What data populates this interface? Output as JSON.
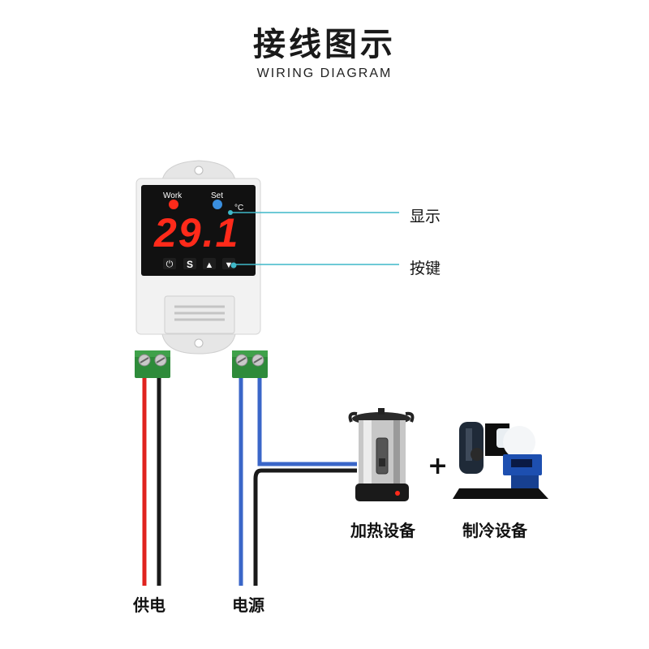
{
  "title": {
    "cn": "接线图示",
    "en": "WIRING DIAGRAM"
  },
  "controller": {
    "work_label": "Work",
    "set_label": "Set",
    "unit": "°C",
    "display_value": "29.1",
    "buttons": [
      "⏻",
      "S",
      "▲",
      "▼"
    ]
  },
  "callouts": {
    "display": "显示",
    "buttons": "按键"
  },
  "devices": {
    "heating": "加热设备",
    "plus": "+",
    "cooling": "制冷设备"
  },
  "wires": {
    "power_supply": "供电",
    "power_source": "电源"
  },
  "colors": {
    "leader_line": "#3fb8c8",
    "wire_red": "#e0231f",
    "wire_blue": "#3a66c8",
    "wire_black": "#1a1a1a",
    "terminal_green": "#2e8b3a",
    "led_red": "#ff2a1a"
  }
}
